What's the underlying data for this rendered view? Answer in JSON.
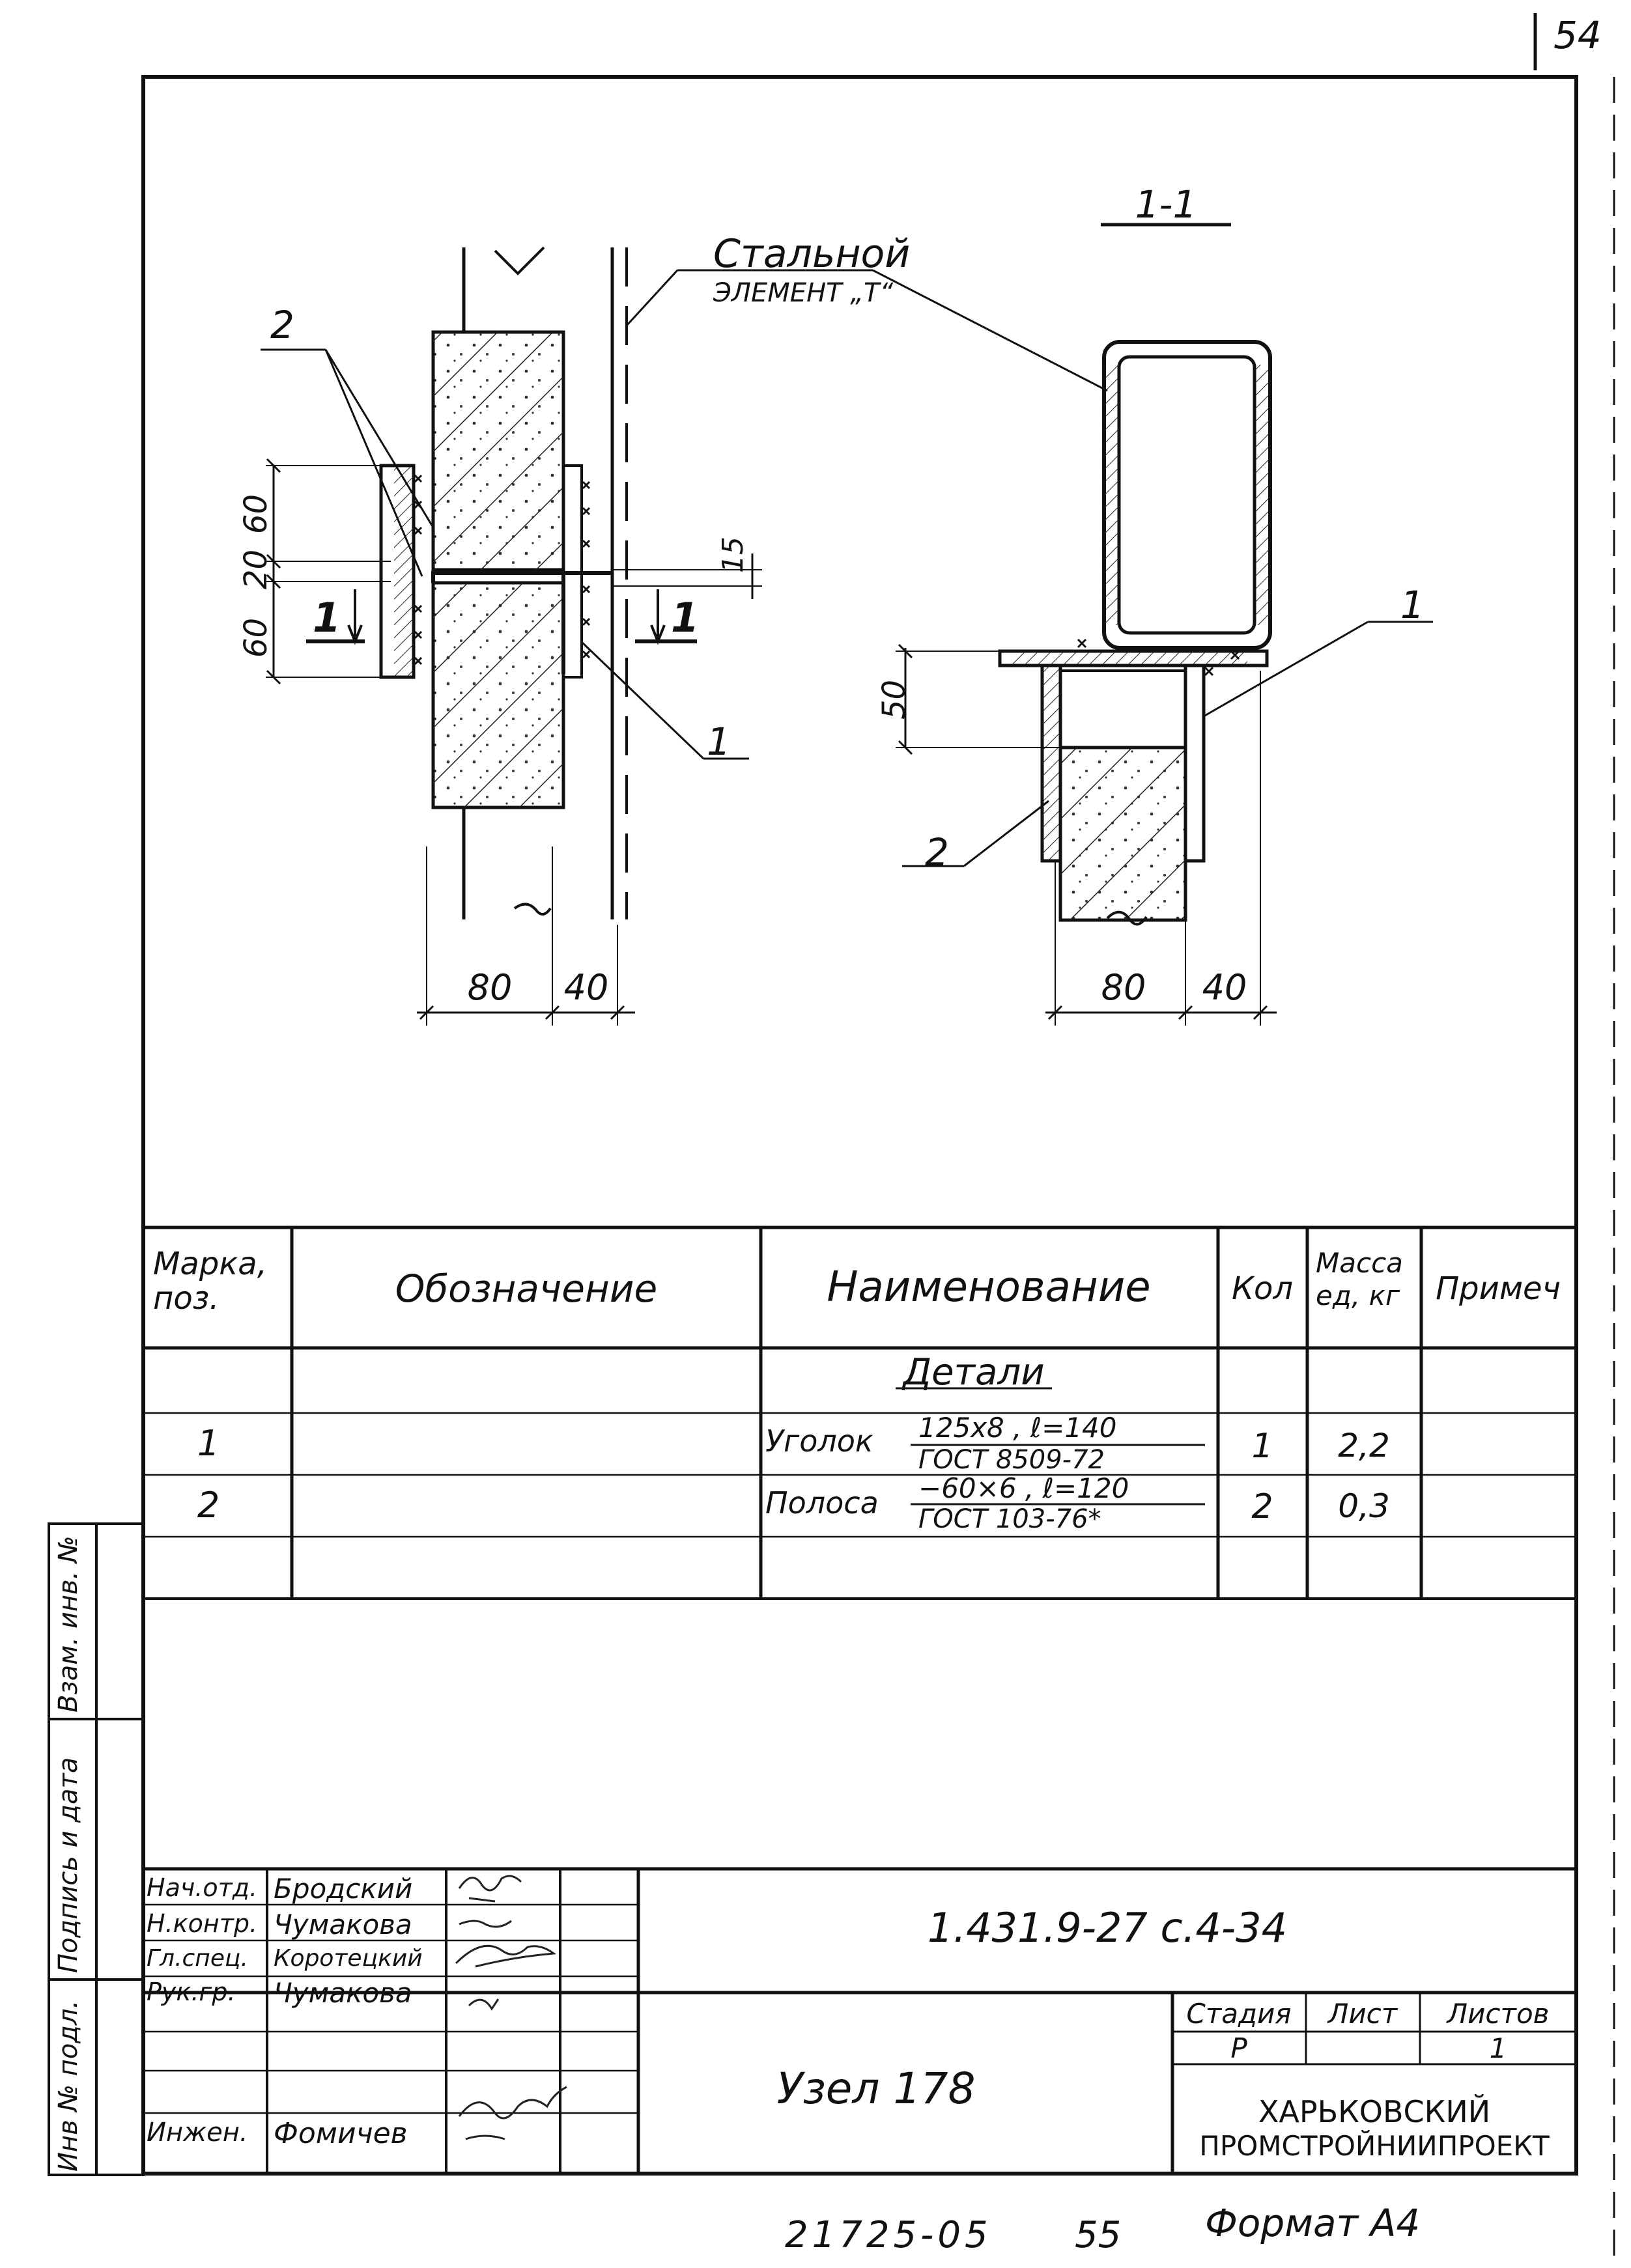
{
  "page_number": "54",
  "section_label": "1-1",
  "callouts": {
    "steel_element_line1": "Стальной",
    "steel_element_line2": "элемент „T“",
    "pos1": "1",
    "pos2": "2",
    "cut_left": "1",
    "cut_right": "1"
  },
  "dimensions": {
    "left_vertical": [
      "60",
      "20",
      "60"
    ],
    "gap": "15",
    "left_bottom": [
      "80",
      "40"
    ],
    "right_vertical": "50",
    "right_bottom": [
      "80",
      "40"
    ]
  },
  "spec_table": {
    "headers": {
      "mark": "Марка, поз.",
      "designation": "Обозначение",
      "name": "Наименование",
      "qty": "Кол",
      "mass": "Масса ед, кг",
      "note": "Примеч"
    },
    "section_title": "Детали",
    "rows": [
      {
        "pos": "1",
        "name": "Уголок",
        "size": "125х8 , ℓ=140",
        "standard": "ГОСТ 8509-72",
        "qty": "1",
        "mass": "2,2"
      },
      {
        "pos": "2",
        "name": "Полоса",
        "size": "−60×6 , ℓ=120",
        "standard": "ГОСТ 103-76*",
        "qty": "2",
        "mass": "0,3"
      }
    ]
  },
  "side_stamp": {
    "inv_orig": "Инв № подл.",
    "sign_date": "Подпись и дата",
    "vzam_inv": "Взам. инв. №"
  },
  "title_block": {
    "signatories": [
      {
        "role": "Нач.отд.",
        "name": "Бродский"
      },
      {
        "role": "Н.контр.",
        "name": "Чумакова"
      },
      {
        "role": "Гл.спец.",
        "name": "Коротецкий"
      },
      {
        "role": "Рук.гр.",
        "name": "Чумакова"
      },
      {
        "role": "",
        "name": ""
      },
      {
        "role": "Инжен.",
        "name": "Фомичев"
      }
    ],
    "document_code": "1.431.9-27 с.4-34",
    "title": "Узел 178",
    "stage_label": "Стадия",
    "sheet_label": "Лист",
    "sheets_label": "Листов",
    "stage": "Р",
    "sheet": "",
    "sheets": "1",
    "organization_line1": "ХАРЬКОВСКИЙ",
    "organization_line2": "ПРОМСТРОЙНИИПРОЕКТ"
  },
  "footer": {
    "archive_number": "21725-05",
    "page_ref": "55",
    "format": "Формат А4"
  }
}
